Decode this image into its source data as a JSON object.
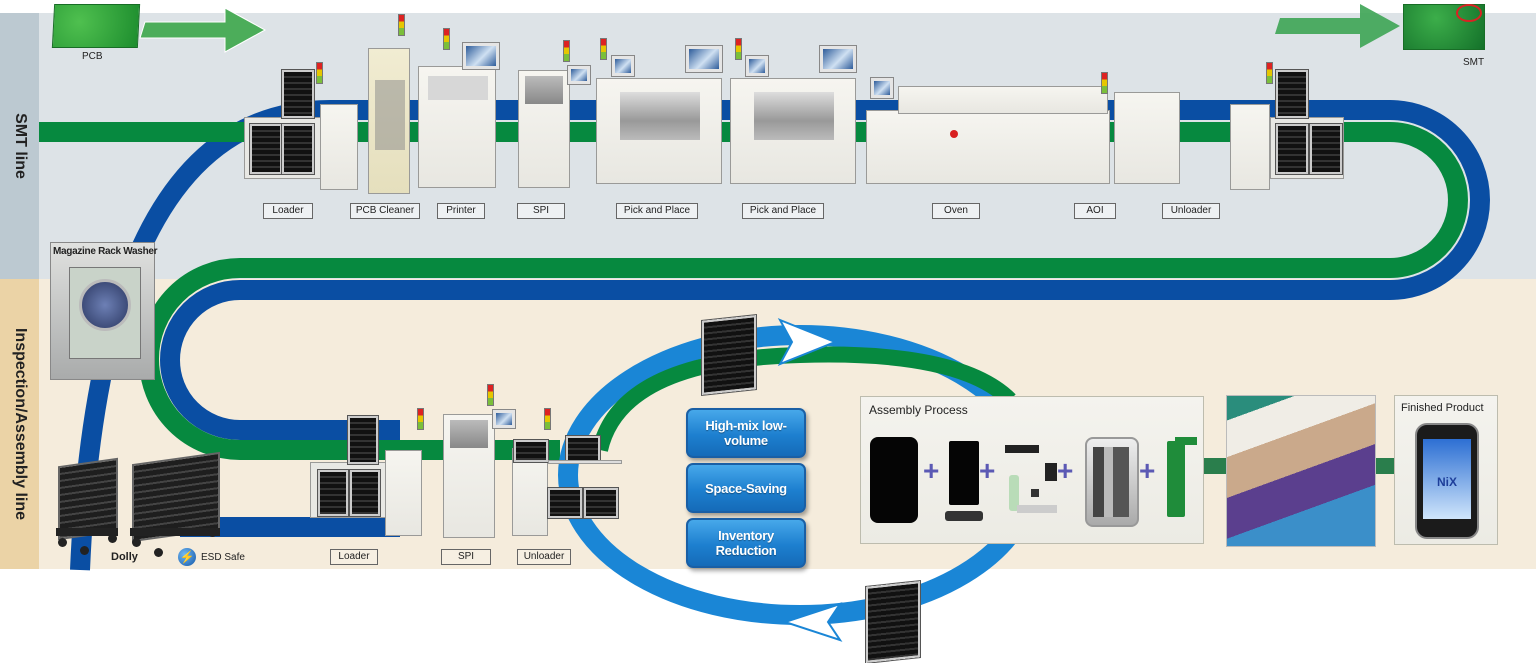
{
  "bands": {
    "smt_line_label": "SMT line",
    "assembly_line_label": "Inspection/Assembly line"
  },
  "colors": {
    "smt_band": "#dde3e7",
    "assembly_band": "#f5ecdc",
    "conveyor_green": "#06893f",
    "return_blue": "#0a4ea3",
    "loop_blue": "#1a86d6",
    "feature_button": "#1d7fcf"
  },
  "top": {
    "input_label": "PCB",
    "output_label": "SMT"
  },
  "smt_machines": [
    {
      "label": "Loader"
    },
    {
      "label": "PCB Cleaner"
    },
    {
      "label": "Printer"
    },
    {
      "label": "SPI"
    },
    {
      "label": "Pick and Place"
    },
    {
      "label": "Pick and Place"
    },
    {
      "label": "Oven"
    },
    {
      "label": "AOI"
    },
    {
      "label": "Unloader"
    }
  ],
  "washer": {
    "label": "Magazine Rack Washer"
  },
  "dolly": {
    "label": "Dolly",
    "esd_label": "ESD Safe",
    "esd_icon": "lightning-bolt-icon"
  },
  "assembly_machines": [
    {
      "label": "Loader"
    },
    {
      "label": "SPI"
    },
    {
      "label": "Unloader"
    }
  ],
  "features": [
    "High-mix low-volume",
    "Space-Saving",
    "Inventory Reduction"
  ],
  "assembly_process": {
    "title": "Assembly Process",
    "parts": [
      "back-cover",
      "battery",
      "flex-components",
      "frame",
      "circuit-board"
    ],
    "operator": "+"
  },
  "finished_product": {
    "title": "Finished Product",
    "logo_text": "NiX"
  }
}
